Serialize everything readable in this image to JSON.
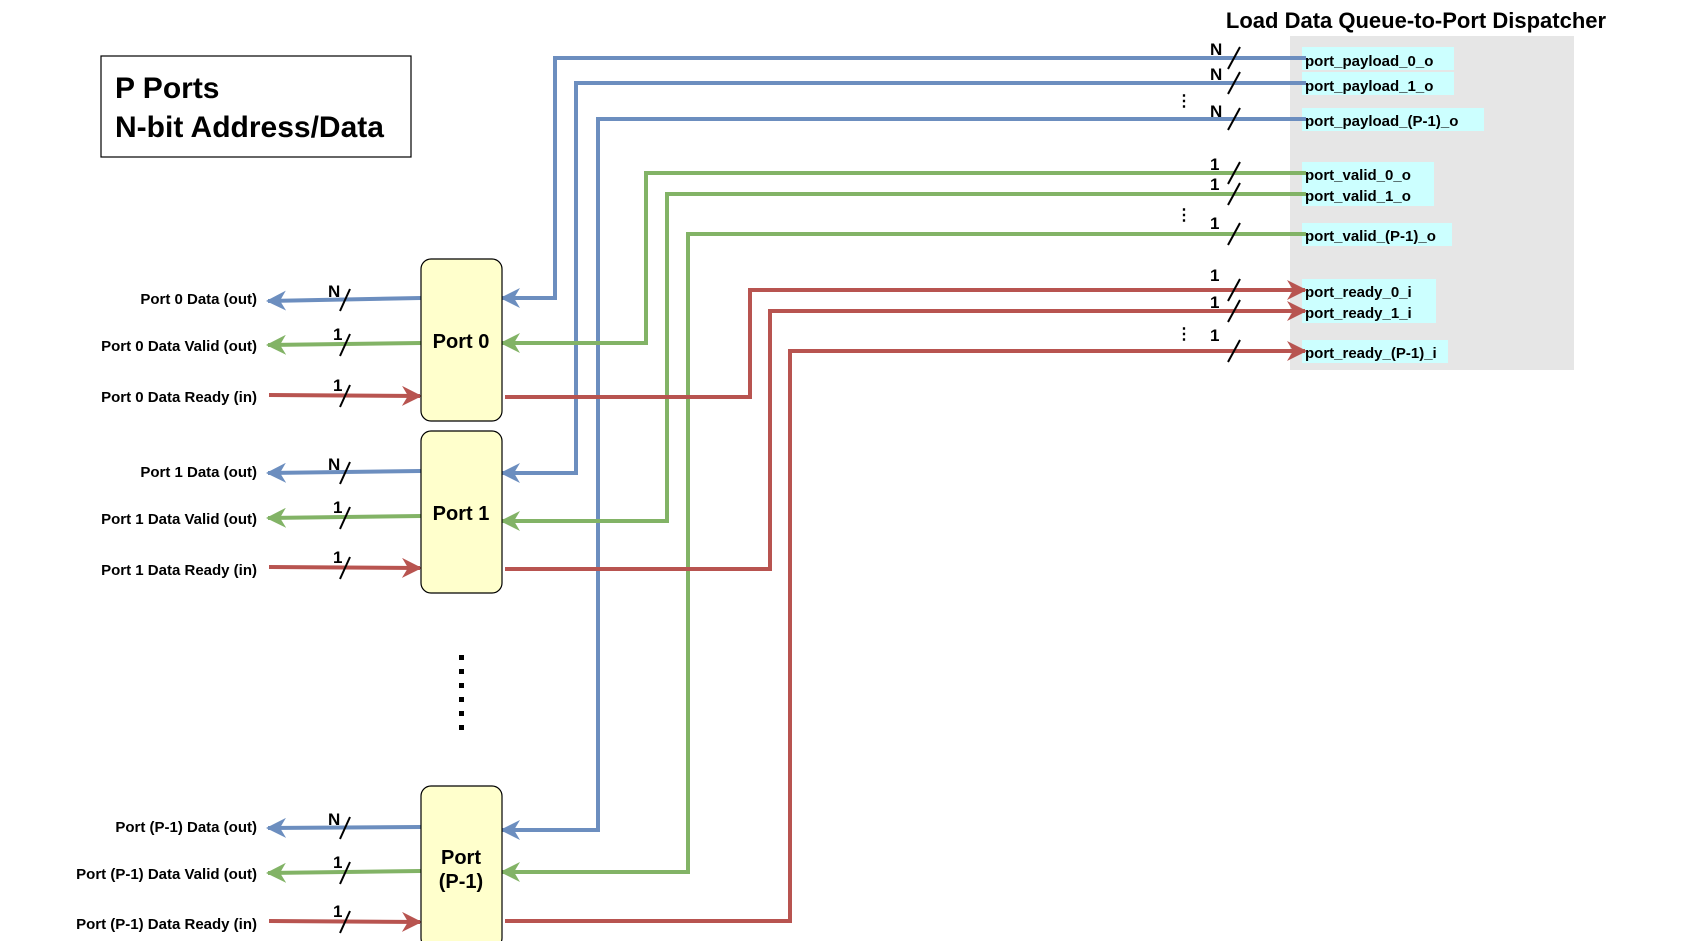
{
  "title": "Load Data Queue-to-Port Dispatcher",
  "note": {
    "line1": "P Ports",
    "line2": "N-bit Address/Data"
  },
  "colors": {
    "payload": "#6c8ebf",
    "valid": "#82b366",
    "ready": "#b85450",
    "dispatcher_bg": "#e6e6e6",
    "signal_bg": "#ccffff",
    "port_fill": "#ffffcc"
  },
  "ports": [
    {
      "label_lines": [
        "Port 0"
      ],
      "data_out": "Port 0 Data (out)",
      "valid_out": "Port 0 Data Valid (out)",
      "ready_in": "Port 0 Data Ready (in)"
    },
    {
      "label_lines": [
        "Port 1"
      ],
      "data_out": "Port 1 Data (out)",
      "valid_out": "Port 1 Data Valid (out)",
      "ready_in": "Port 1 Data Ready (in)"
    },
    {
      "label_lines": [
        "Port",
        "(P-1)"
      ],
      "data_out": "Port (P-1) Data (out)",
      "valid_out": "Port (P-1) Data Valid (out)",
      "ready_in": "Port (P-1) Data Ready (in)"
    }
  ],
  "dispatcher_signals": {
    "payload": [
      "port_payload_0_o",
      "port_payload_1_o",
      "port_payload_(P-1)_o"
    ],
    "valid": [
      "port_valid_0_o",
      "port_valid_1_o",
      "port_valid_(P-1)_o"
    ],
    "ready": [
      "port_ready_0_i",
      "port_ready_1_i",
      "port_ready_(P-1)_i"
    ]
  },
  "widths": {
    "payload": "N",
    "valid": "1",
    "ready": "1"
  },
  "ellipsis_glyph": "⋮"
}
